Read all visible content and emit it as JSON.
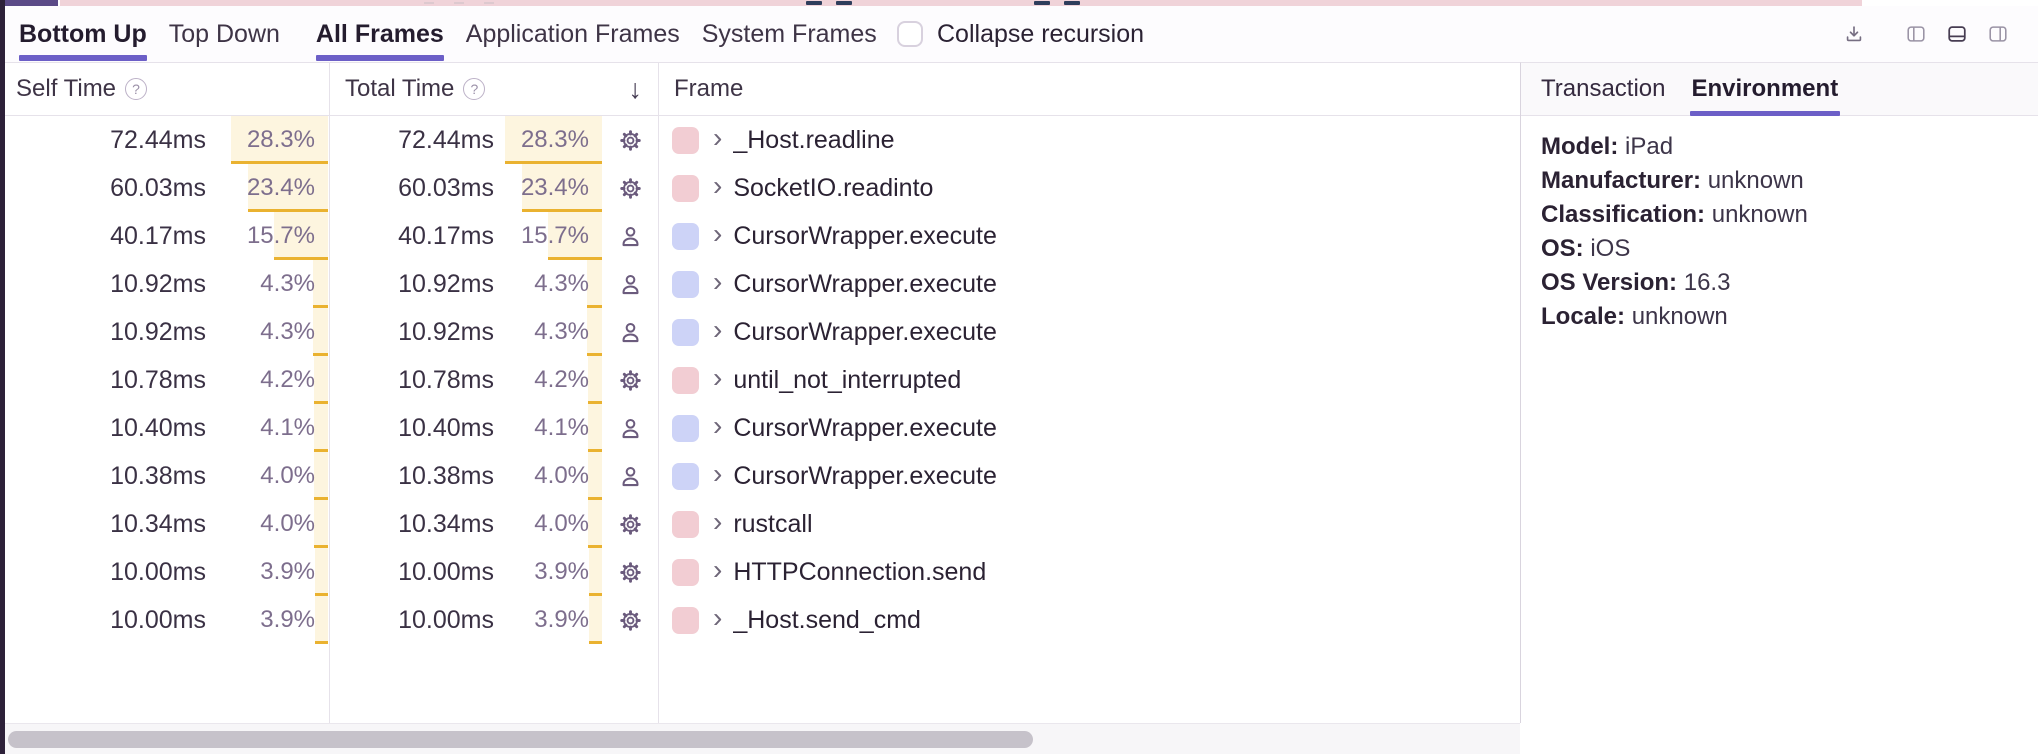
{
  "toolbar": {
    "tabs": [
      {
        "label": "Bottom Up",
        "active": true,
        "group_start": false
      },
      {
        "label": "Top Down",
        "active": false,
        "group_start": false
      },
      {
        "label": "All Frames",
        "active": true,
        "group_start": true
      },
      {
        "label": "Application Frames",
        "active": false,
        "group_start": false
      },
      {
        "label": "System Frames",
        "active": false,
        "group_start": false
      }
    ],
    "collapse_recursion_label": "Collapse recursion",
    "collapse_recursion_checked": false,
    "icons": [
      "download-icon",
      "dock-left-icon",
      "dock-bottom-icon",
      "dock-right-icon"
    ],
    "active_dock_icon": "dock-bottom-icon"
  },
  "glyphs": {
    "help": "?",
    "sort_desc": "↓",
    "chevron": "›"
  },
  "table": {
    "headers": {
      "self": "Self Time",
      "total": "Total Time",
      "frame": "Frame"
    },
    "sorted_by": "total",
    "max_percent": 28.3,
    "rows": [
      {
        "self_ms": "72.44ms",
        "self_pct": "28.3%",
        "total_ms": "72.44ms",
        "total_pct": "28.3%",
        "pct": 28.3,
        "icon": "gear",
        "swatch": "pink",
        "frame": "_Host.readline"
      },
      {
        "self_ms": "60.03ms",
        "self_pct": "23.4%",
        "total_ms": "60.03ms",
        "total_pct": "23.4%",
        "pct": 23.4,
        "icon": "gear",
        "swatch": "pink",
        "frame": "SocketIO.readinto"
      },
      {
        "self_ms": "40.17ms",
        "self_pct": "15.7%",
        "total_ms": "40.17ms",
        "total_pct": "15.7%",
        "pct": 15.7,
        "icon": "user",
        "swatch": "blue",
        "frame": "CursorWrapper.execute"
      },
      {
        "self_ms": "10.92ms",
        "self_pct": "4.3%",
        "total_ms": "10.92ms",
        "total_pct": "4.3%",
        "pct": 4.3,
        "icon": "user",
        "swatch": "blue",
        "frame": "CursorWrapper.execute"
      },
      {
        "self_ms": "10.92ms",
        "self_pct": "4.3%",
        "total_ms": "10.92ms",
        "total_pct": "4.3%",
        "pct": 4.3,
        "icon": "user",
        "swatch": "blue",
        "frame": "CursorWrapper.execute"
      },
      {
        "self_ms": "10.78ms",
        "self_pct": "4.2%",
        "total_ms": "10.78ms",
        "total_pct": "4.2%",
        "pct": 4.2,
        "icon": "gear",
        "swatch": "pink",
        "frame": "until_not_interrupted"
      },
      {
        "self_ms": "10.40ms",
        "self_pct": "4.1%",
        "total_ms": "10.40ms",
        "total_pct": "4.1%",
        "pct": 4.1,
        "icon": "user",
        "swatch": "blue",
        "frame": "CursorWrapper.execute"
      },
      {
        "self_ms": "10.38ms",
        "self_pct": "4.0%",
        "total_ms": "10.38ms",
        "total_pct": "4.0%",
        "pct": 4.0,
        "icon": "user",
        "swatch": "blue",
        "frame": "CursorWrapper.execute"
      },
      {
        "self_ms": "10.34ms",
        "self_pct": "4.0%",
        "total_ms": "10.34ms",
        "total_pct": "4.0%",
        "pct": 4.0,
        "icon": "gear",
        "swatch": "pink",
        "frame": "rustcall"
      },
      {
        "self_ms": "10.00ms",
        "self_pct": "3.9%",
        "total_ms": "10.00ms",
        "total_pct": "3.9%",
        "pct": 3.9,
        "icon": "gear",
        "swatch": "pink",
        "frame": "HTTPConnection.send"
      },
      {
        "self_ms": "10.00ms",
        "self_pct": "3.9%",
        "total_ms": "10.00ms",
        "total_pct": "3.9%",
        "pct": 3.9,
        "icon": "gear",
        "swatch": "pink",
        "frame": "_Host.send_cmd"
      }
    ]
  },
  "details_panel": {
    "tabs": [
      {
        "label": "Transaction",
        "active": false
      },
      {
        "label": "Environment",
        "active": true
      }
    ],
    "environment": [
      {
        "label": "Model:",
        "value": "iPad"
      },
      {
        "label": "Manufacturer:",
        "value": "unknown"
      },
      {
        "label": "Classification:",
        "value": "unknown"
      },
      {
        "label": "OS:",
        "value": "iOS"
      },
      {
        "label": "OS Version:",
        "value": "16.3"
      },
      {
        "label": "Locale:",
        "value": "unknown"
      }
    ]
  },
  "colors": {
    "accent": "#6c5fc7",
    "bar_fill": "#fdf5df",
    "bar_line": "#eab230",
    "swatch_pink": "#f2cdd3",
    "swatch_blue": "#cdd3f7",
    "strip_pink": "#f0d3d9",
    "strip_purple": "#5b4a87",
    "left_edge": "#2d2139"
  }
}
